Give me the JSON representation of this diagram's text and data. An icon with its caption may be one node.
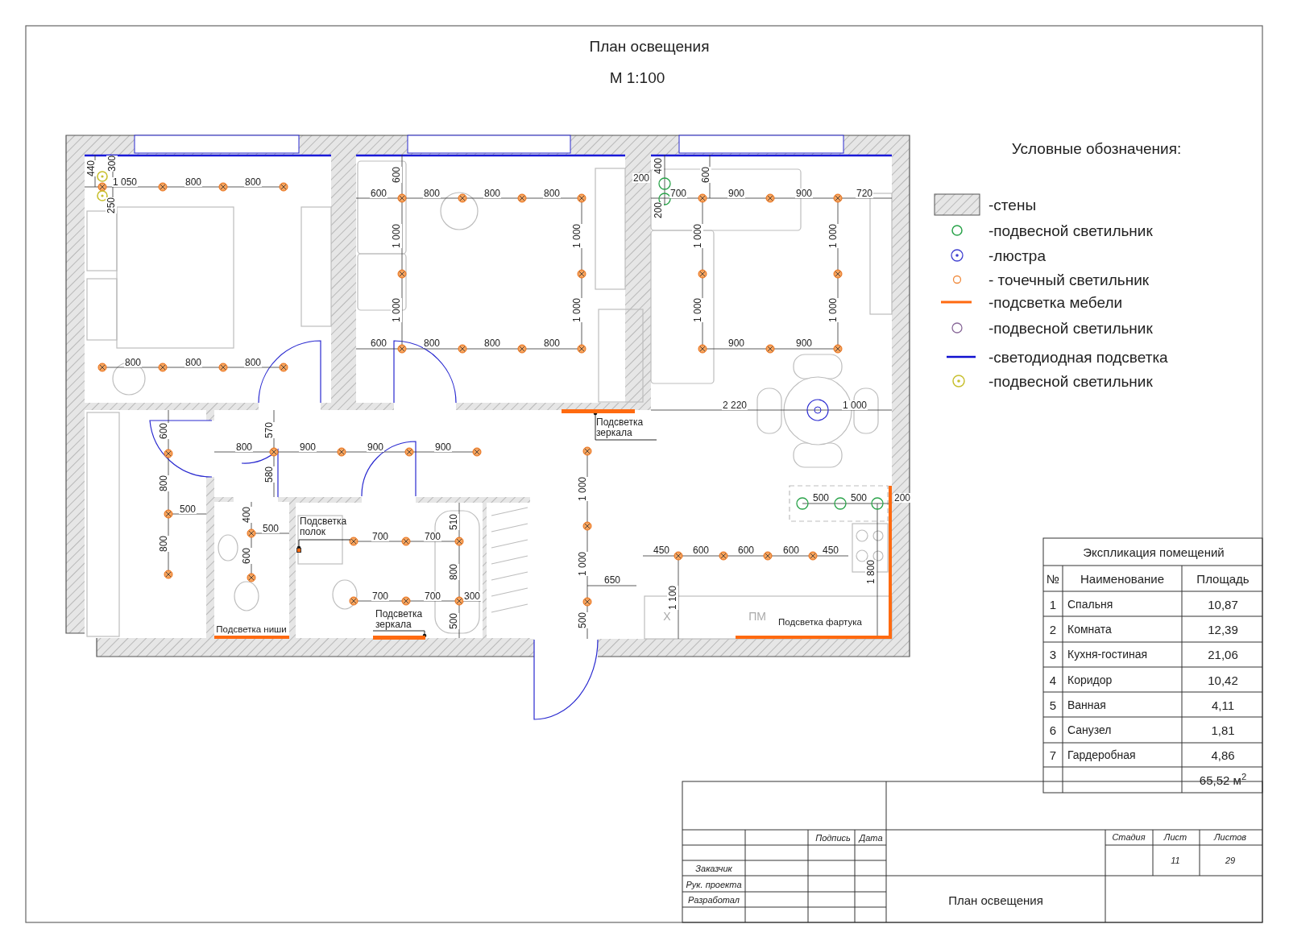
{
  "diagram": {
    "title": "План освещения",
    "nodes": [
      {
        "text": [
          "Подсветка зеркала"
        ]
      },
      {
        "text": [],
        "shape": "bar"
      },
      {
        "text": [
          "Подсветка полок"
        ]
      },
      {
        "text": [],
        "shape": "box"
      },
      {
        "text": [
          "Подсветка зеркала"
        ]
      },
      {
        "text": [],
        "shape": "bar"
      }
    ],
    "edges": [
      {
        "from": 0,
        "to": 1,
        "arrow": "other"
      },
      {
        "from": 2,
        "to": 3,
        "arrow": "other"
      },
      {
        "from": 4,
        "to": 5,
        "arrow": "other"
      }
    ],
    "labels": [
      "М 1:100",
      "Условные обозначения:",
      "440",
      "300",
      "1 050",
      "800",
      "800",
      "250",
      "800",
      "800",
      "800",
      "600",
      "600",
      "800",
      "800",
      "800",
      "1 000",
      "1 000",
      "1 000",
      "1 000",
      "600",
      "800",
      "800",
      "800",
      "200",
      "400",
      "600",
      "700",
      "900",
      "900",
      "720",
      "200",
      "1 000",
      "1 000",
      "1 000",
      "1 000",
      "900",
      "900",
      "2 220",
      "1 000",
      "600",
      "570",
      "800",
      "900",
      "900",
      "900",
      "580",
      "800",
      "500",
      "400",
      "500",
      "510",
      "700",
      "700",
      "800",
      "600",
      "800",
      "700",
      "700",
      "300",
      "500",
      "Подсветка ниши",
      "1 000",
      "500",
      "500",
      "200",
      "450",
      "600",
      "600",
      "600",
      "450",
      "1 000",
      "1 800",
      "650",
      "1 100",
      "Х",
      "ПМ",
      "500",
      "Подсветка фартука",
      "Экспликация помещений",
      "№",
      "Наименование",
      "Площадь",
      "1",
      "Спальня",
      "10,87",
      "2",
      "Комната",
      "12,39",
      "3",
      "Кухня-гостиная",
      "21,06",
      "4",
      "Коридор",
      "10,42",
      "5",
      "Ванная",
      "4,11",
      "6",
      "Санузел",
      "1,81",
      "7",
      "Гардеробная",
      "4,86",
      "65,52 м$^{2}$",
      "Подпись",
      "Дата",
      "Стадия",
      "Лист",
      "Листов",
      "11",
      "29",
      "Заказчик",
      "Рук. проекта",
      "Разработал",
      "План освещения"
    ],
    "legend": [
      {
        "text": "-стены"
      },
      {
        "text": "-подвесной светильник"
      },
      {
        "text": "-люстра"
      },
      {
        "text": "- точечный светильник"
      },
      {
        "text": "-подсветка мебели"
      },
      {
        "text": "-подвесной светильник"
      },
      {
        "text": "-светодиодная подсветка"
      },
      {
        "text": "-подвесной светильник"
      }
    ]
  }
}
